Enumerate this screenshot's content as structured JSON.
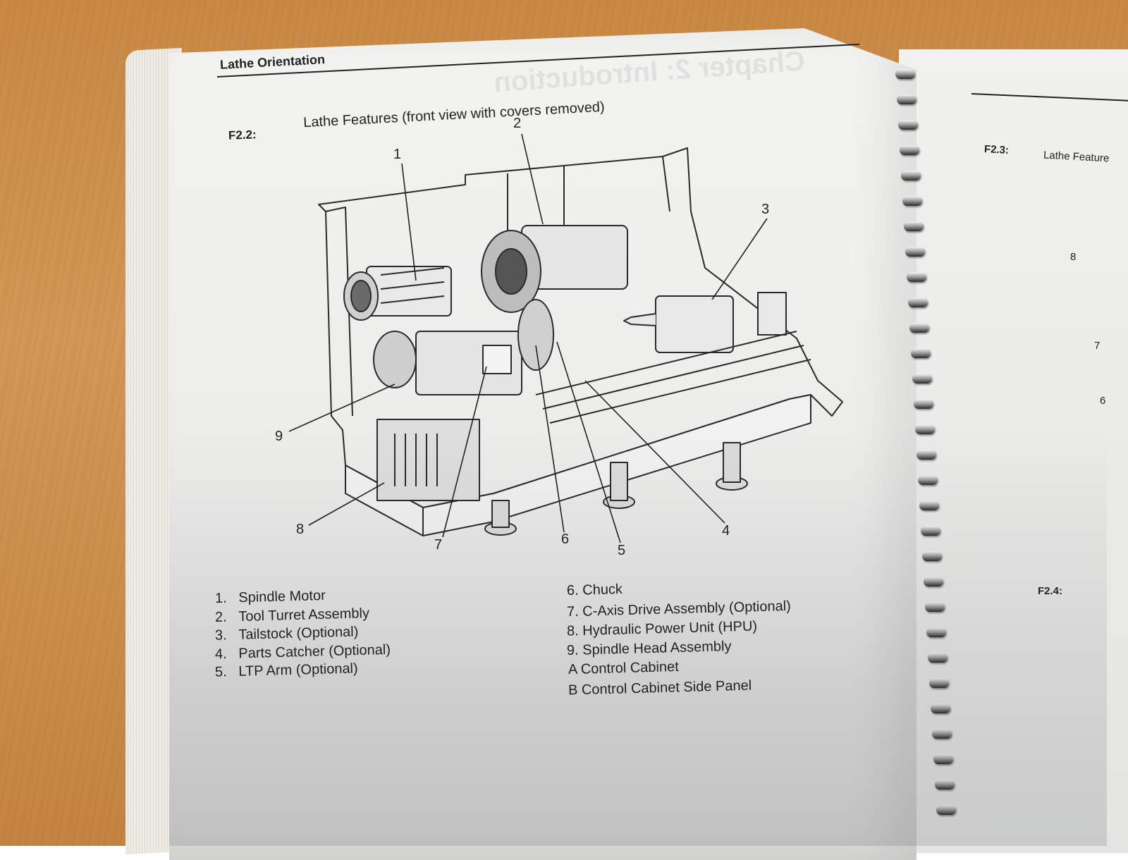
{
  "header": {
    "title": "Lathe Orientation"
  },
  "figure": {
    "label": "F2.2:",
    "caption": "Lathe Features (front view with covers removed)",
    "callouts": [
      "1",
      "2",
      "3",
      "4",
      "5",
      "6",
      "7",
      "8",
      "9"
    ]
  },
  "legend": {
    "left": [
      {
        "num": "1.",
        "text": "Spindle Motor"
      },
      {
        "num": "2.",
        "text": "Tool Turret Assembly"
      },
      {
        "num": "3.",
        "text": "Tailstock (Optional)"
      },
      {
        "num": "4.",
        "text": "Parts Catcher (Optional)"
      },
      {
        "num": "5.",
        "text": "LTP Arm (Optional)"
      }
    ],
    "right": [
      "6. Chuck",
      "7. C-Axis Drive Assembly (Optional)",
      "8. Hydraulic Power Unit (HPU)",
      "9. Spindle Head Assembly",
      "A Control Cabinet",
      "B Control Cabinet Side Panel"
    ]
  },
  "right_page": {
    "fig1_label": "F2.3:",
    "fig1_caption": "Lathe Feature",
    "fig2_label": "F2.4:",
    "callouts": [
      "8",
      "7",
      "6"
    ]
  },
  "ghost_text": "Chapter 2: Introduction"
}
